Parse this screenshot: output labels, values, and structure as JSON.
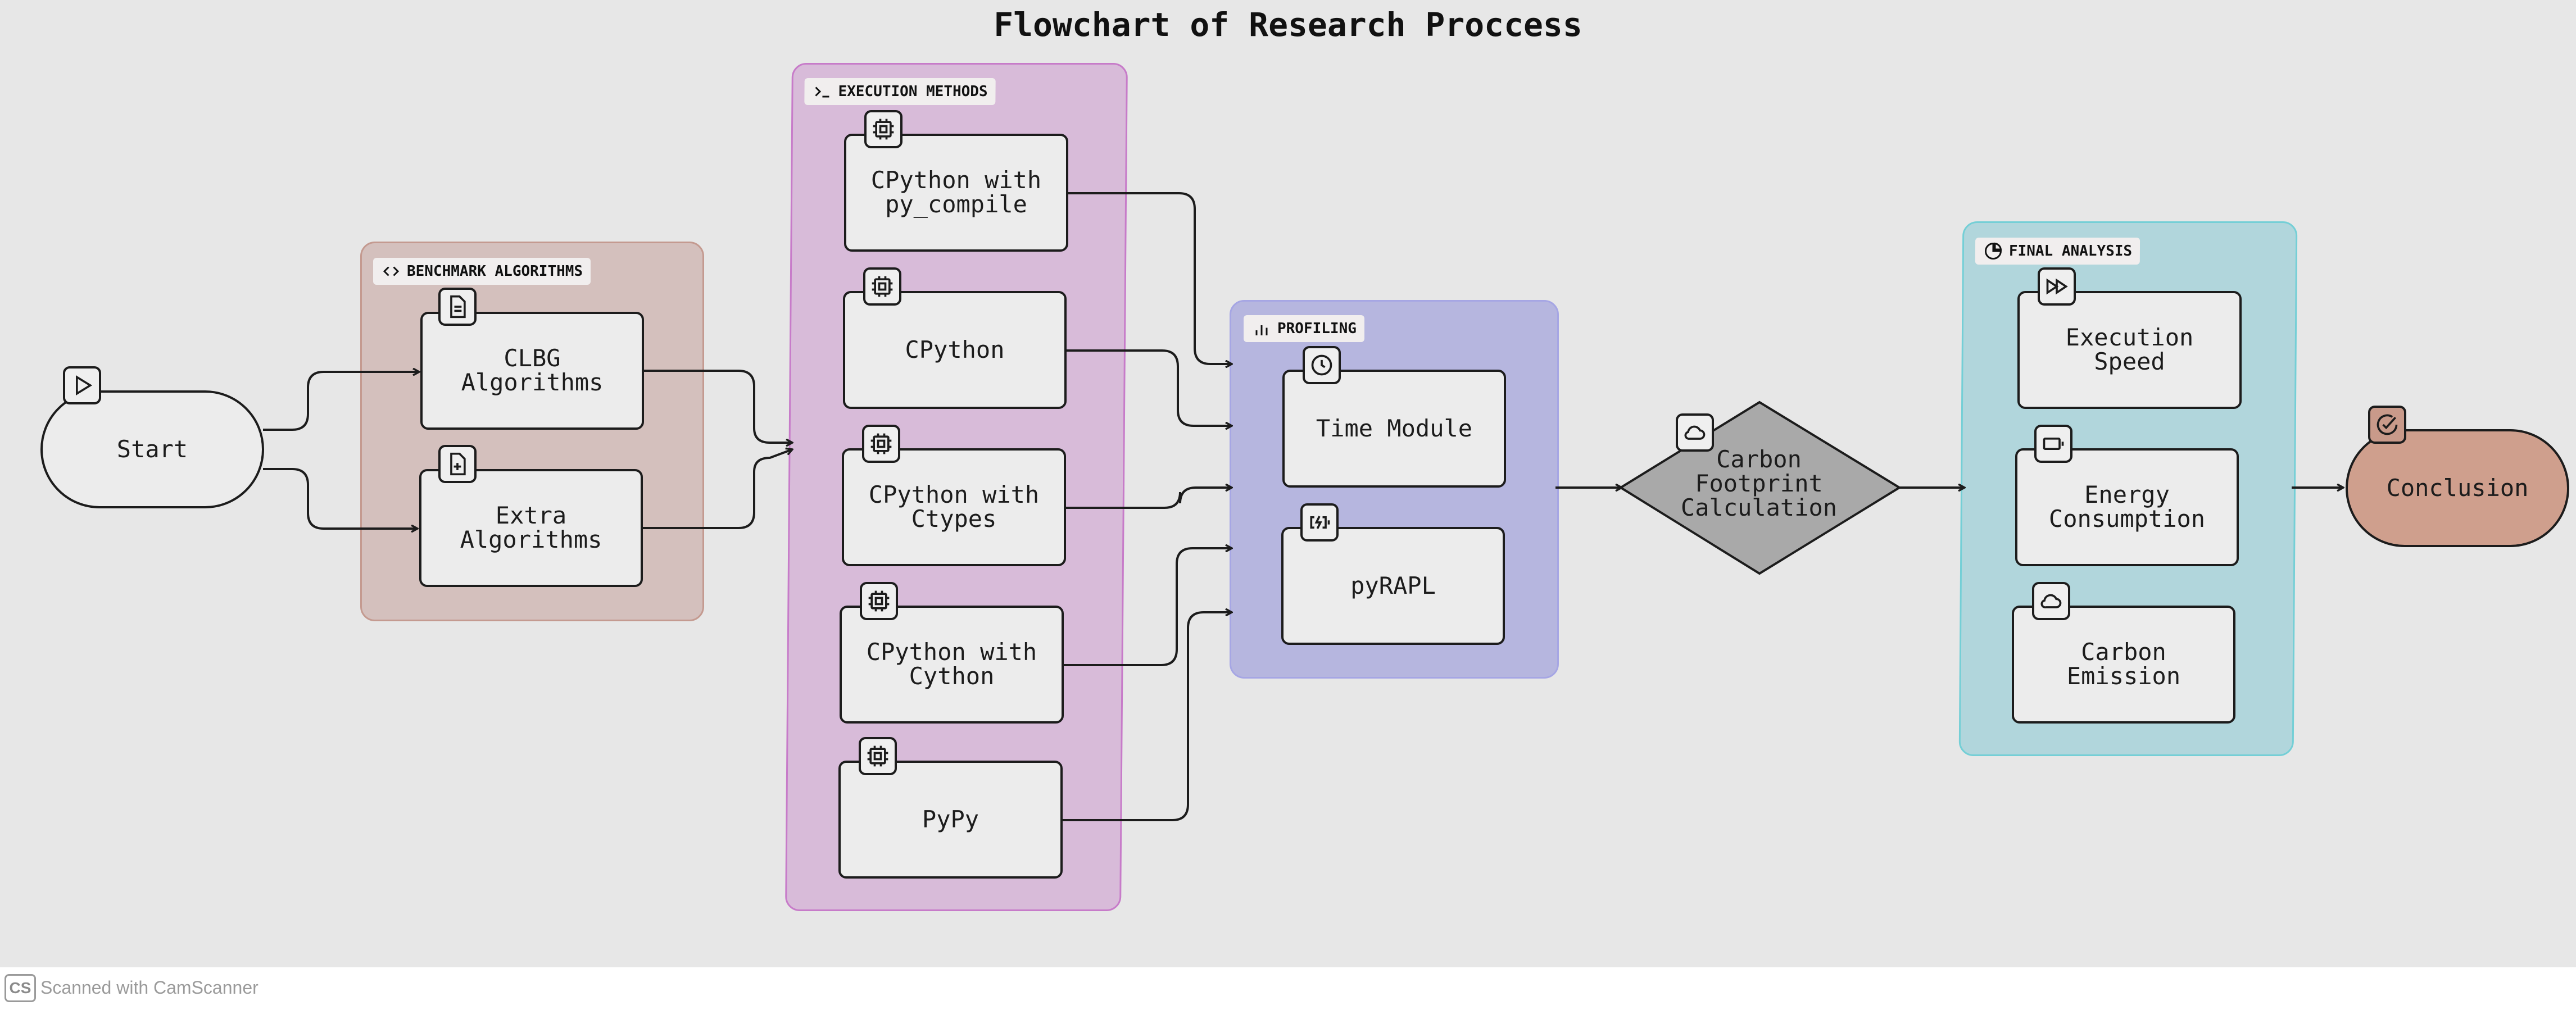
{
  "title": "Flowchart of Research Proccess",
  "colors": {
    "benchmark_fill": "#d4c0bd",
    "benchmark_border": "#c49a90",
    "execution_fill": "#d8bbd9",
    "execution_border": "#c77bc9",
    "profiling_fill": "#b6b6df",
    "profiling_border": "#a6a6e4",
    "analysis_fill": "#b1d6dc",
    "analysis_border": "#74cfd6",
    "node_fill": "#ececec",
    "diamond_fill": "#a9a9a9",
    "conclusion_fill": "#cf9f8d"
  },
  "groups": {
    "benchmark": {
      "label": "BENCHMARK ALGORITHMS",
      "icon": "code-icon"
    },
    "execution": {
      "label": "EXECUTION METHODS",
      "icon": "terminal-icon"
    },
    "profiling": {
      "label": "PROFILING",
      "icon": "bar-chart-icon"
    },
    "analysis": {
      "label": "FINAL ANALYSIS",
      "icon": "pie-chart-icon"
    }
  },
  "nodes": {
    "start": {
      "label": "Start",
      "icon": "play-icon"
    },
    "clbg": {
      "label": "CLBG\nAlgorithms",
      "icon": "document-icon"
    },
    "extra": {
      "label": "Extra\nAlgorithms",
      "icon": "file-plus-icon"
    },
    "py_compile": {
      "label": "CPython with\npy_compile",
      "icon": "cpu-icon"
    },
    "cpython": {
      "label": "CPython",
      "icon": "cpu-icon"
    },
    "ctypes": {
      "label": "CPython with\nCtypes",
      "icon": "cpu-icon"
    },
    "cython": {
      "label": "CPython with\nCython",
      "icon": "cpu-icon"
    },
    "pypy": {
      "label": "PyPy",
      "icon": "cpu-icon"
    },
    "time_module": {
      "label": "Time Module",
      "icon": "clock-icon"
    },
    "pyrapl": {
      "label": "pyRAPL",
      "icon": "battery-charging-icon"
    },
    "carbon_calc": {
      "label": "Carbon\nFootprint\nCalculation",
      "icon": "cloud-icon"
    },
    "exec_speed": {
      "label": "Execution\nSpeed",
      "icon": "fast-forward-icon"
    },
    "energy": {
      "label": "Energy\nConsumption",
      "icon": "battery-icon"
    },
    "carbon_emission": {
      "label": "Carbon\nEmission",
      "icon": "cloud-icon"
    },
    "conclusion": {
      "label": "Conclusion",
      "icon": "check-circle-icon"
    }
  },
  "footer": {
    "logo": "CS",
    "text": "Scanned with CamScanner"
  }
}
